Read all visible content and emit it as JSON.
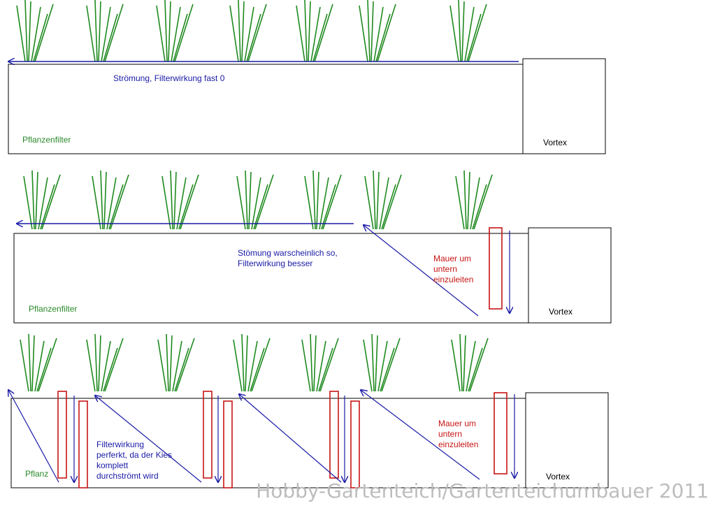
{
  "colors": {
    "plant": "#1f8a1f",
    "flow": "#1a1aa6",
    "wall": "#c81414",
    "outline": "#000000",
    "label_green": "#2a8a2a",
    "label_blue": "#1a1aa6",
    "label_red": "#c81414",
    "watermark": "#bdbdbd"
  },
  "panel1": {
    "flow_label": "Strömung, Filterwirkung fast 0",
    "filter_label": "Pflanzenfilter",
    "vortex_label": "Vortex"
  },
  "panel2": {
    "flow_label_line1": "Stömung warscheinlich so,",
    "flow_label_line2": "Filterwirkung besser",
    "wall_label_line1": "Mauer um",
    "wall_label_line2": "untern",
    "wall_label_line3": "einzuleiten",
    "filter_label": "Pflanzenfilter",
    "vortex_label": "Vortex"
  },
  "panel3": {
    "flow_label_line1": "Filterwirkung",
    "flow_label_line2": "perferkt, da der Kies",
    "flow_label_line3": "komplett",
    "flow_label_line4": "durchströmt wird",
    "wall_label_line1": "Mauer um",
    "wall_label_line2": "untern",
    "wall_label_line3": "einzuleiten",
    "filter_label": "Pflanz",
    "vortex_label": "Vortex"
  },
  "watermark": "Hobby-Gartenteich/Gartenteichumbauer 2011"
}
